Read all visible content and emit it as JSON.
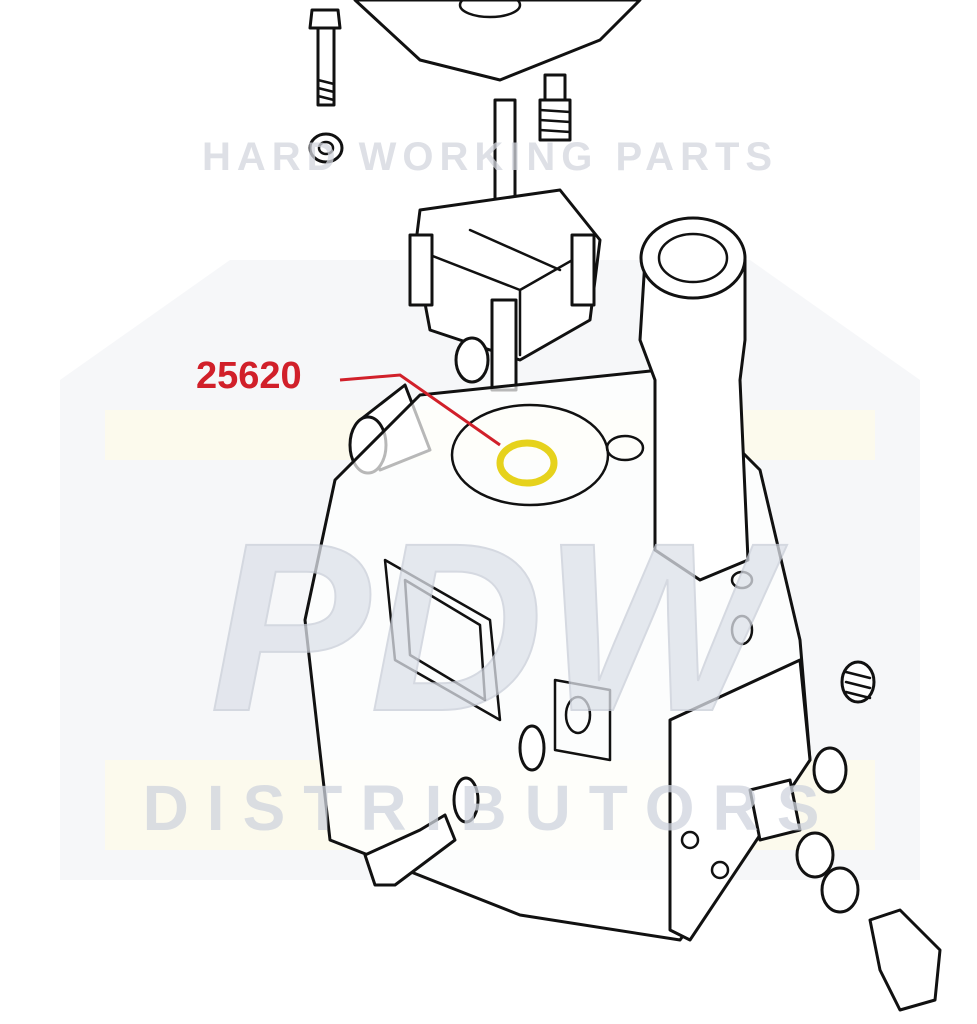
{
  "diagram": {
    "callouts": [
      {
        "part_number": "25620",
        "highlight_color": "#e6d21c",
        "label_color": "#d1202a"
      }
    ]
  },
  "watermark": {
    "tagline": "HARD WORKING PARTS",
    "brand": "PDW",
    "subtitle": "DISTRIBUTORS"
  }
}
